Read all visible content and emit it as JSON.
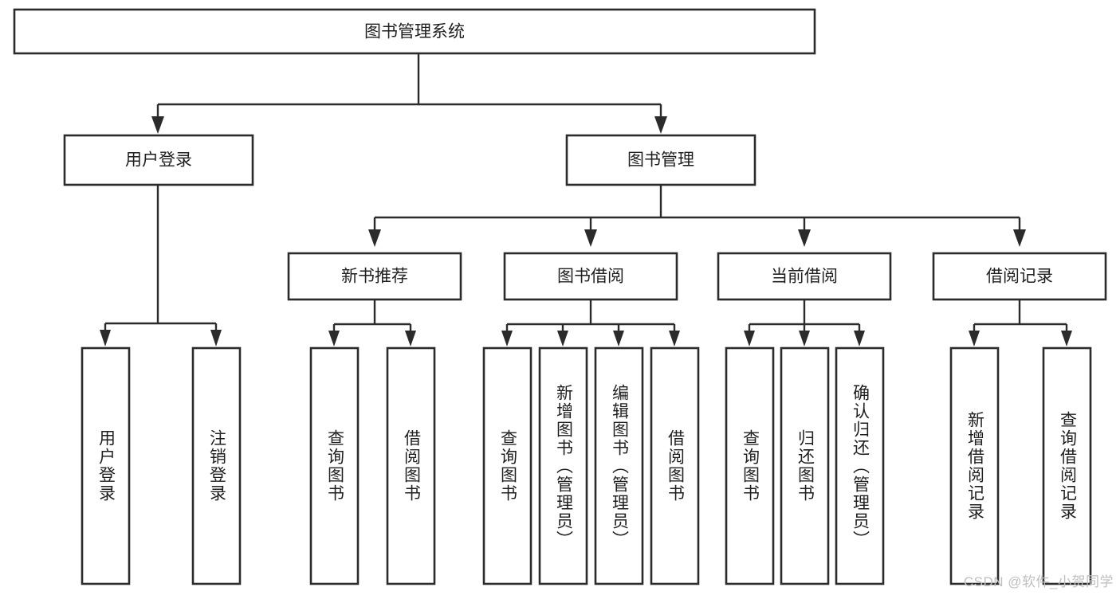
{
  "diagram": {
    "type": "tree",
    "title": "图书管理系统",
    "watermark": "CSDN @软件_小贺同学",
    "colors": {
      "box_stroke": "#2b2b2b",
      "box_fill": "#ffffff",
      "connector": "#2b2b2b",
      "text": "#1f1f1f",
      "watermark": "#bfbfbf",
      "background": "#ffffff"
    },
    "levels": {
      "root": {
        "label": "图书管理系统"
      },
      "level2": [
        {
          "id": "user-login",
          "label": "用户登录"
        },
        {
          "id": "book-manage",
          "label": "图书管理"
        }
      ],
      "level3": [
        {
          "id": "new-book-rec",
          "label": "新书推荐",
          "parent": "book-manage"
        },
        {
          "id": "book-borrow",
          "label": "图书借阅",
          "parent": "book-manage"
        },
        {
          "id": "current-borrow",
          "label": "当前借阅",
          "parent": "book-manage"
        },
        {
          "id": "borrow-record",
          "label": "借阅记录",
          "parent": "book-manage"
        }
      ],
      "leaves": [
        {
          "id": "leaf-user-login",
          "label": "用户登录",
          "parent": "user-login"
        },
        {
          "id": "leaf-logout",
          "label": "注销登录",
          "parent": "user-login"
        },
        {
          "id": "leaf-query-book-1",
          "label": "查询图书",
          "parent": "new-book-rec"
        },
        {
          "id": "leaf-borrow-book-1",
          "label": "借阅图书",
          "parent": "new-book-rec"
        },
        {
          "id": "leaf-query-book-2",
          "label": "查询图书",
          "parent": "book-borrow"
        },
        {
          "id": "leaf-add-book",
          "label": "新增图书（管理员）",
          "parent": "book-borrow"
        },
        {
          "id": "leaf-edit-book",
          "label": "编辑图书（管理员）",
          "parent": "book-borrow"
        },
        {
          "id": "leaf-borrow-book-2",
          "label": "借阅图书",
          "parent": "book-borrow"
        },
        {
          "id": "leaf-query-book-3",
          "label": "查询图书",
          "parent": "current-borrow"
        },
        {
          "id": "leaf-return-book",
          "label": "归还图书",
          "parent": "current-borrow"
        },
        {
          "id": "leaf-confirm-return",
          "label": "确认归还（管理员）",
          "parent": "current-borrow"
        },
        {
          "id": "leaf-add-record",
          "label": "新增借阅记录",
          "parent": "borrow-record"
        },
        {
          "id": "leaf-query-record",
          "label": "查询借阅记录",
          "parent": "borrow-record"
        }
      ]
    }
  }
}
